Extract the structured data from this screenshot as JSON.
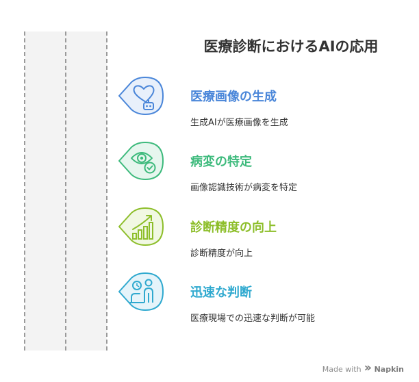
{
  "title": "医療診断におけるAIの応用",
  "items": [
    {
      "heading": "医療画像の生成",
      "description": "生成AIが医療画像を生成",
      "icon": "heart-robot-icon",
      "color": "#4a86d9",
      "fill": "#e8f0fb"
    },
    {
      "heading": "病変の特定",
      "description": "画像認識技術が病変を特定",
      "icon": "eye-check-icon",
      "color": "#3dba7c",
      "fill": "#e6f6ee"
    },
    {
      "heading": "診断精度の向上",
      "description": "診断精度が向上",
      "icon": "growth-chart-icon",
      "color": "#8dbe2a",
      "fill": "#f1f8e3"
    },
    {
      "heading": "迅速な判断",
      "description": "医療現場での迅速な判断が可能",
      "icon": "doctor-patient-icon",
      "color": "#2fa9cf",
      "fill": "#e5f4fa"
    }
  ],
  "footer": {
    "prefix": "Made with",
    "brand": "Napkin"
  }
}
